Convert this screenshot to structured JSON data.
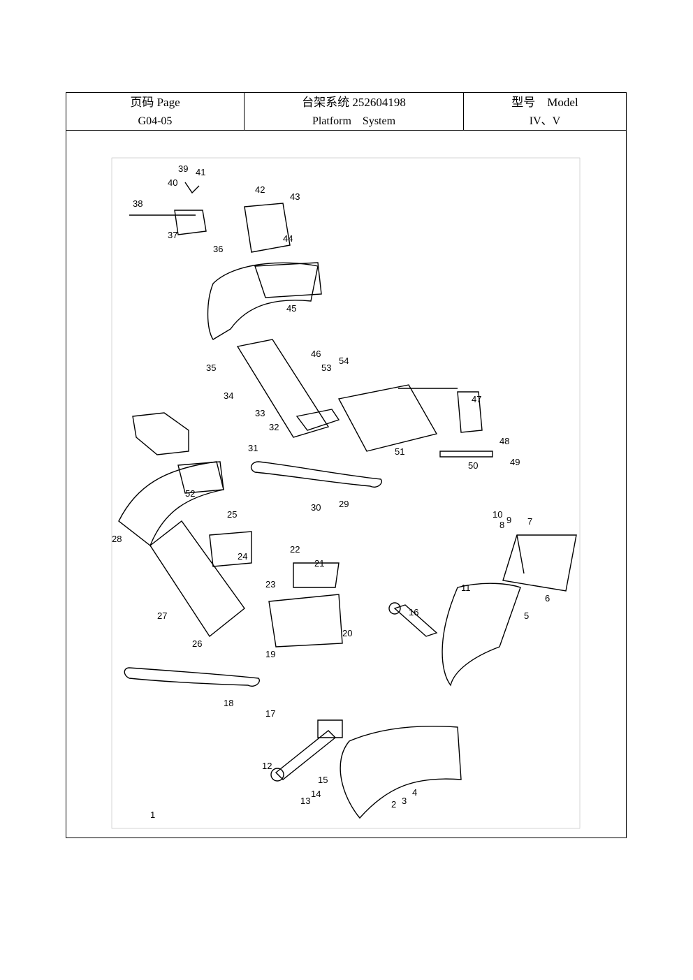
{
  "header": {
    "page_label": "页码 Page",
    "page_value": "G04-05",
    "system_cn": "台架系统 252604198",
    "system_en": "Platform    System",
    "model_label": "型号    Model",
    "model_value": "IV、V"
  },
  "callouts": [
    "1",
    "2",
    "3",
    "4",
    "5",
    "6",
    "7",
    "8",
    "9",
    "10",
    "11",
    "12",
    "13",
    "14",
    "15",
    "16",
    "17",
    "18",
    "19",
    "20",
    "21",
    "22",
    "23",
    "24",
    "25",
    "26",
    "27",
    "28",
    "29",
    "30",
    "31",
    "32",
    "33",
    "34",
    "35",
    "36",
    "37",
    "38",
    "39",
    "40",
    "41",
    "42",
    "43",
    "44",
    "45",
    "46",
    "47",
    "48",
    "49",
    "50",
    "51",
    "52",
    "53",
    "54"
  ]
}
